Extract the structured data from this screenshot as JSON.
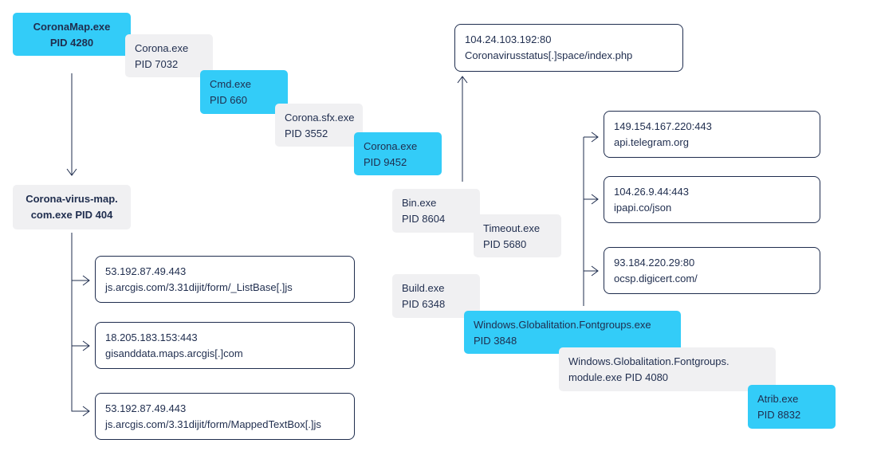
{
  "nodes": {
    "coronamap": {
      "line1": "CoronaMap.exe",
      "line2": "PID 4280"
    },
    "corona7032": {
      "line1": "Corona.exe",
      "line2": "PID 7032"
    },
    "cmd660": {
      "line1": "Cmd.exe",
      "line2": "PID 660"
    },
    "coronasfx": {
      "line1": "Corona.sfx.exe",
      "line2": "PID 3552"
    },
    "corona9452": {
      "line1": "Corona.exe",
      "line2": "PID 9452"
    },
    "coronavirusmap": {
      "line1": "Corona-virus-map.",
      "line2": "com.exe  PID 404"
    },
    "bin": {
      "line1": "Bin.exe",
      "line2": "PID 8604"
    },
    "timeout": {
      "line1": "Timeout.exe",
      "line2": "PID 5680"
    },
    "build": {
      "line1": "Build.exe",
      "line2": "PID 6348"
    },
    "wingf": {
      "line1": "Windows.Globalitation.Fontgroups.exe",
      "line2": "PID 3848"
    },
    "wingfmod": {
      "line1": "Windows.Globalitation.Fontgroups.",
      "line2": "module.exe  PID 4080"
    },
    "atrib": {
      "line1": "Atrib.exe",
      "line2": "PID 8832"
    }
  },
  "connections": {
    "c2top": {
      "line1": "104.24.103.192:80",
      "line2": "Coronavirusstatus[.]space/index.php"
    },
    "telegram": {
      "line1": "149.154.167.220:443",
      "line2": "api.telegram.org"
    },
    "ipapi": {
      "line1": "104.26.9.44:443",
      "line2": "ipapi.co/json"
    },
    "digicert": {
      "line1": "93.184.220.29:80",
      "line2": "ocsp.digicert.com/"
    },
    "arcgis1": {
      "line1": "53.192.87.49.443",
      "line2": "js.arcgis.com/3.31dijit/form/_ListBase[.]js"
    },
    "arcgis2": {
      "line1": "18.205.183.153:443",
      "line2": "gisanddata.maps.arcgis[.]com"
    },
    "arcgis3": {
      "line1": "53.192.87.49.443",
      "line2": "js.arcgis.com/3.31dijit/form/MappedTextBox[.]js"
    }
  },
  "colors": {
    "process_highlight": "#33ccf8",
    "process_plain": "#f0f0f2",
    "text": "#1f2d4e",
    "connector": "#1f2d4e"
  }
}
